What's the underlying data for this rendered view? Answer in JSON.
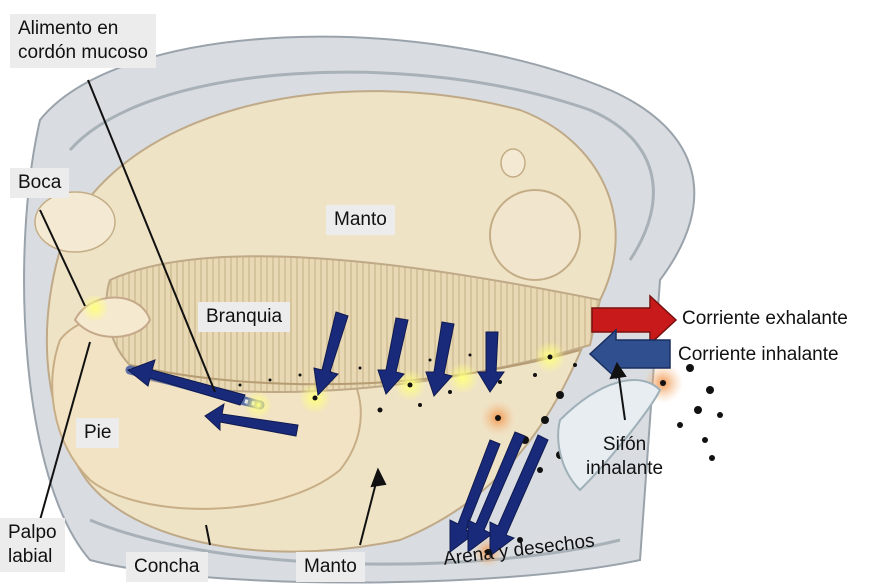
{
  "labels": {
    "alimento": "Alimento en\ncordón mucoso",
    "boca": "Boca",
    "manto_top": "Manto",
    "branquia": "Branquia",
    "pie": "Pie",
    "palpo": "Palpo\nlabial",
    "concha": "Concha",
    "manto_bottom": "Manto",
    "arena": "Arena y desechos",
    "exhalante": "Corriente exhalante",
    "inhalante": "Corriente inhalante",
    "sifon": "Sifón\ninhalante"
  },
  "colors": {
    "exhalant_arrow": "#c81a1a",
    "inhalant_arrow": "#2f4f8f",
    "flow_arrow": "#1a2a7a",
    "body": "#efe3c6",
    "shell": "#c9cdd2"
  }
}
